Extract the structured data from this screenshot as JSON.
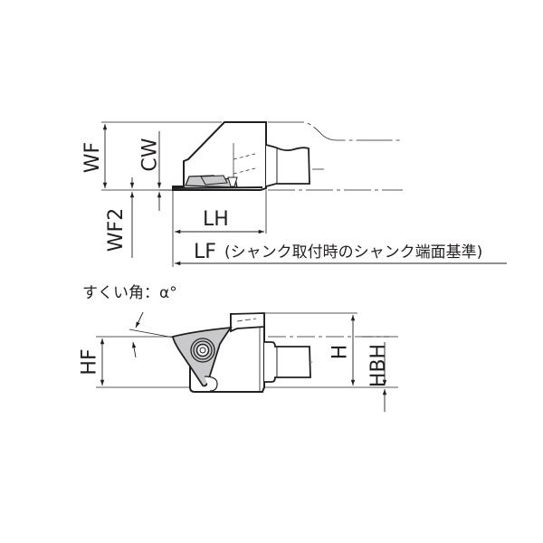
{
  "diagram": {
    "type": "technical-drawing",
    "subject": "cutting tool holder head (top view and side view)",
    "colors": {
      "line": "#231f20",
      "insert_fill": "#c8c9cb",
      "thin_line": "#555555",
      "background": "#ffffff"
    },
    "top_view": {
      "dimensions": {
        "wf": "WF",
        "cw": "CW",
        "wf2": "WF2",
        "lh": "LH",
        "lf": "LF",
        "lf_note": "(シャンク取付時のシャンク端面基準)"
      }
    },
    "side_view": {
      "rake_angle_label": "すくい角：α°",
      "dimensions": {
        "hf": "HF",
        "h": "H",
        "hbh": "HBH"
      }
    }
  }
}
